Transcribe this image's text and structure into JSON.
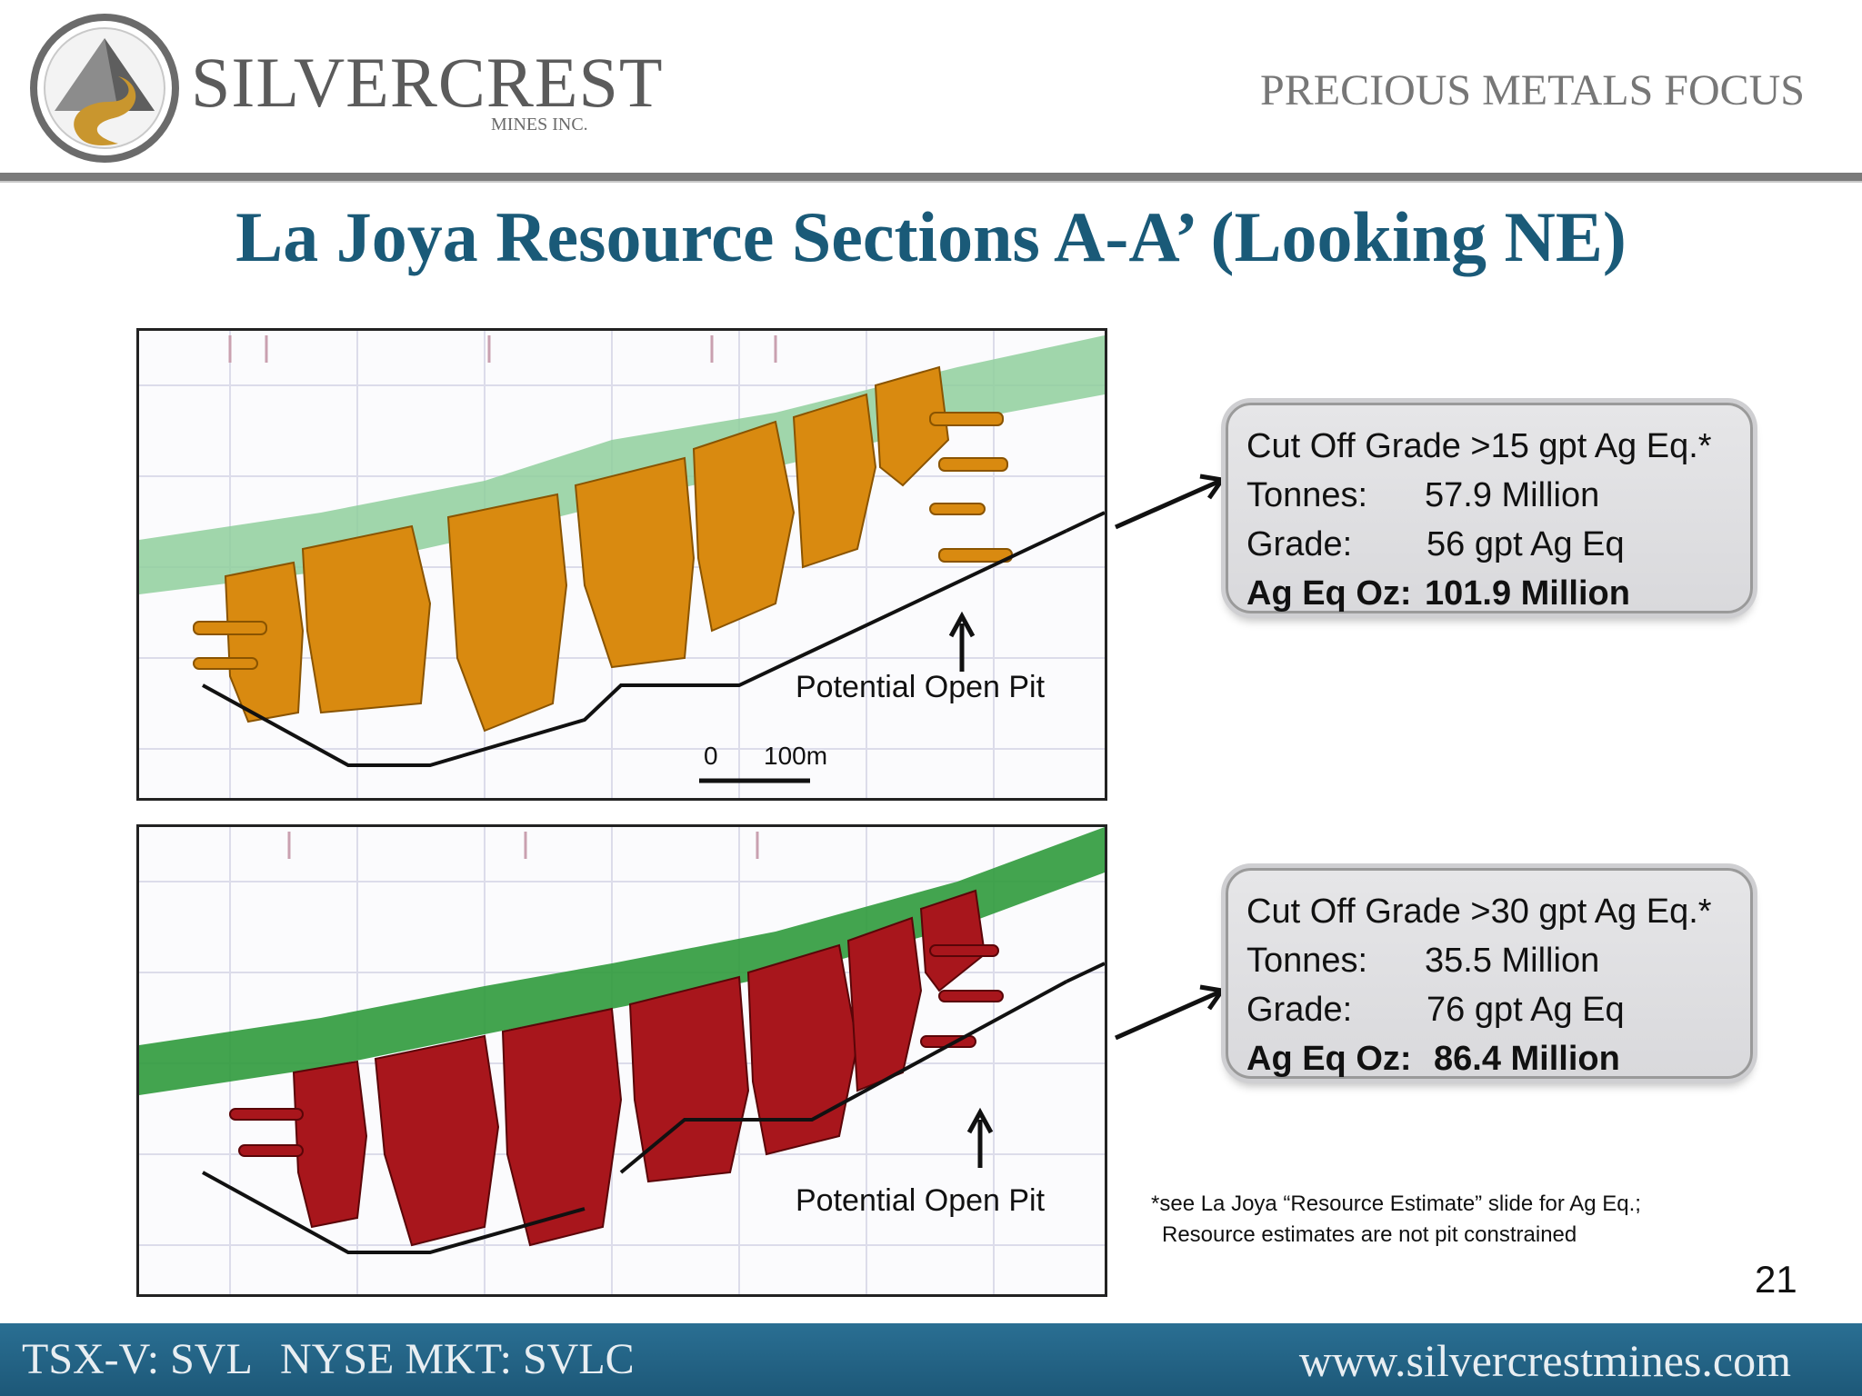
{
  "header": {
    "brand_name": "SILVERCREST",
    "brand_sub": "MINES INC.",
    "tagline": "PRECIOUS METALS FOCUS"
  },
  "slide_title": "La Joya Resource Sections A-A’ (Looking NE)",
  "figures": [
    {
      "pit_label": "Potential Open Pit",
      "scale_start": "0",
      "scale_end": "100m",
      "body_color": "#d98a10",
      "surface_color": "#8fcf9c"
    },
    {
      "pit_label": "Potential Open Pit",
      "body_color": "#a8161c",
      "surface_color": "#2f9a3c"
    }
  ],
  "info_boxes": [
    {
      "heading": "Cut Off Grade >15 gpt Ag Eq.*",
      "tonnes_label": "Tonnes:",
      "tonnes_value": "57.9 Million",
      "grade_label": "Grade:",
      "grade_value": "56 gpt Ag Eq",
      "oz_label": "Ag Eq Oz:",
      "oz_value": "101.9 Million"
    },
    {
      "heading": "Cut Off Grade >30 gpt Ag Eq.*",
      "tonnes_label": "Tonnes:",
      "tonnes_value": "35.5 Million",
      "grade_label": "Grade:",
      "grade_value": "76 gpt Ag Eq",
      "oz_label": "Ag Eq Oz:",
      "oz_value": "86.4 Million"
    }
  ],
  "footnote": {
    "line1": "*see La Joya “Resource Estimate” slide for Ag Eq.;",
    "line2": "Resource estimates are not pit constrained"
  },
  "page_number": "21",
  "footer": {
    "tickers_left": "TSX-V: SVL",
    "tickers_right": "NYSE MKT: SVLC",
    "website": "www.silvercrestmines.com"
  }
}
